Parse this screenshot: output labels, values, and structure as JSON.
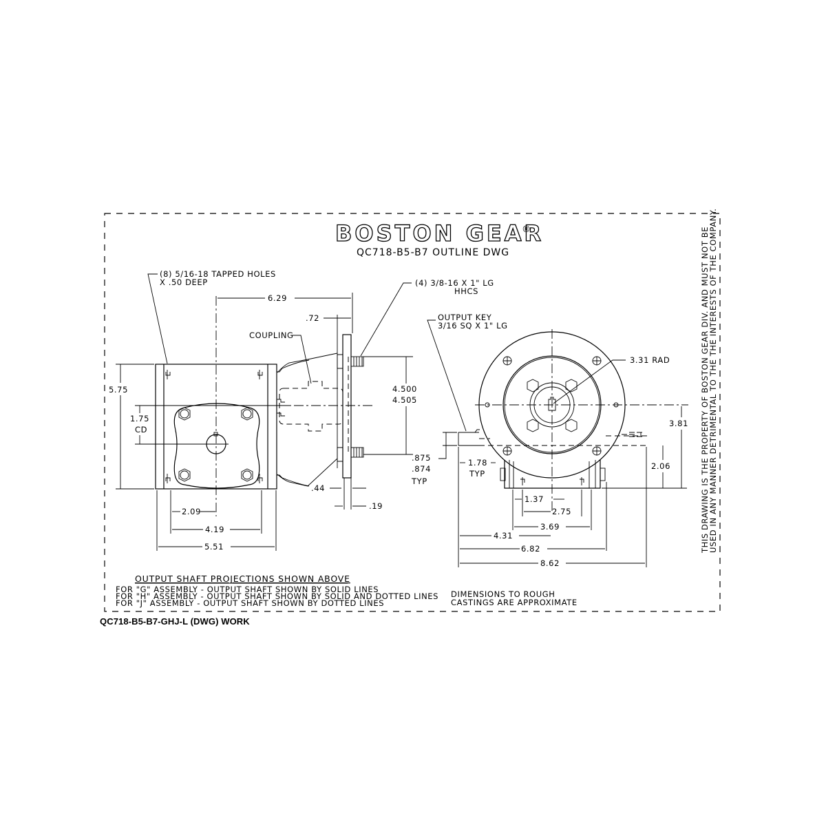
{
  "title_block": {
    "brand": "BOSTON GEAR",
    "registered_mark": "®",
    "drawing_title": "QC718-B5-B7 OUTLINE DWG"
  },
  "left_view": {
    "callout_tapped_holes": [
      "(8) 5/16-18 TAPPED HOLES",
      "X .50 DEEP"
    ],
    "dim_overall_height": "5.75",
    "dim_center_distance": [
      "1.75",
      "CD"
    ],
    "dim_shaft_to_hole": "2.09",
    "dim_hole_spacing": "4.19",
    "dim_base_width": "5.51"
  },
  "side_view": {
    "dim_overall_length": "6.29",
    "dim_flange_offset": ".72",
    "coupling_label": "COUPLING",
    "callout_bolts": [
      "(4) 3/8-16 X 1\" LG",
      "HHCS"
    ],
    "dim_pilot_diameter": [
      "4.500",
      "4.505"
    ],
    "dim_flange_thickness": ".44",
    "dim_pilot_depth": ".19"
  },
  "front_view": {
    "callout_output_key": [
      "OUTPUT KEY",
      "3/16 SQ X 1\" LG"
    ],
    "dim_bolt_circle_radius": "3.31 RAD",
    "dim_flange_center_height": "3.81",
    "dim_shaft_height": "2.06",
    "dim_shaft_diameter": [
      ".875",
      ".874",
      "TYP"
    ],
    "dim_shaft_projection": [
      "1.78",
      "TYP"
    ],
    "dim_center_to_hole": "1.37",
    "dim_hole_spacing": "2.75",
    "dim_base_width": "3.69",
    "dim_center_offset": "4.31",
    "dim_overall_width_a": "6.82",
    "dim_overall_width_b": "8.62"
  },
  "notes": {
    "projection_heading": "OUTPUT SHAFT PROJECTIONS SHOWN ABOVE",
    "projection_lines": [
      "FOR \"G\" ASSEMBLY - OUTPUT SHAFT SHOWN BY SOLID LINES",
      "FOR \"H\" ASSEMBLY - OUTPUT SHAFT SHOWN BY SOLID AND DOTTED LINES",
      "FOR \"J\" ASSEMBLY - OUTPUT SHAFT SHOWN BY DOTTED LINES"
    ],
    "castings_note": [
      "DIMENSIONS TO ROUGH",
      "CASTINGS ARE APPROXIMATE"
    ],
    "proprietary_note": [
      "THIS DRAWING IS THE PROPERTY OF BOSTON GEAR DIV. AND MUST NOT BE",
      "USED IN ANY MANNER DETRIMENTAL TO THE THE INTERESTS OF THE COMPANY."
    ]
  },
  "caption": "QC718-B5-B7-GHJ-L (DWG) WORK"
}
